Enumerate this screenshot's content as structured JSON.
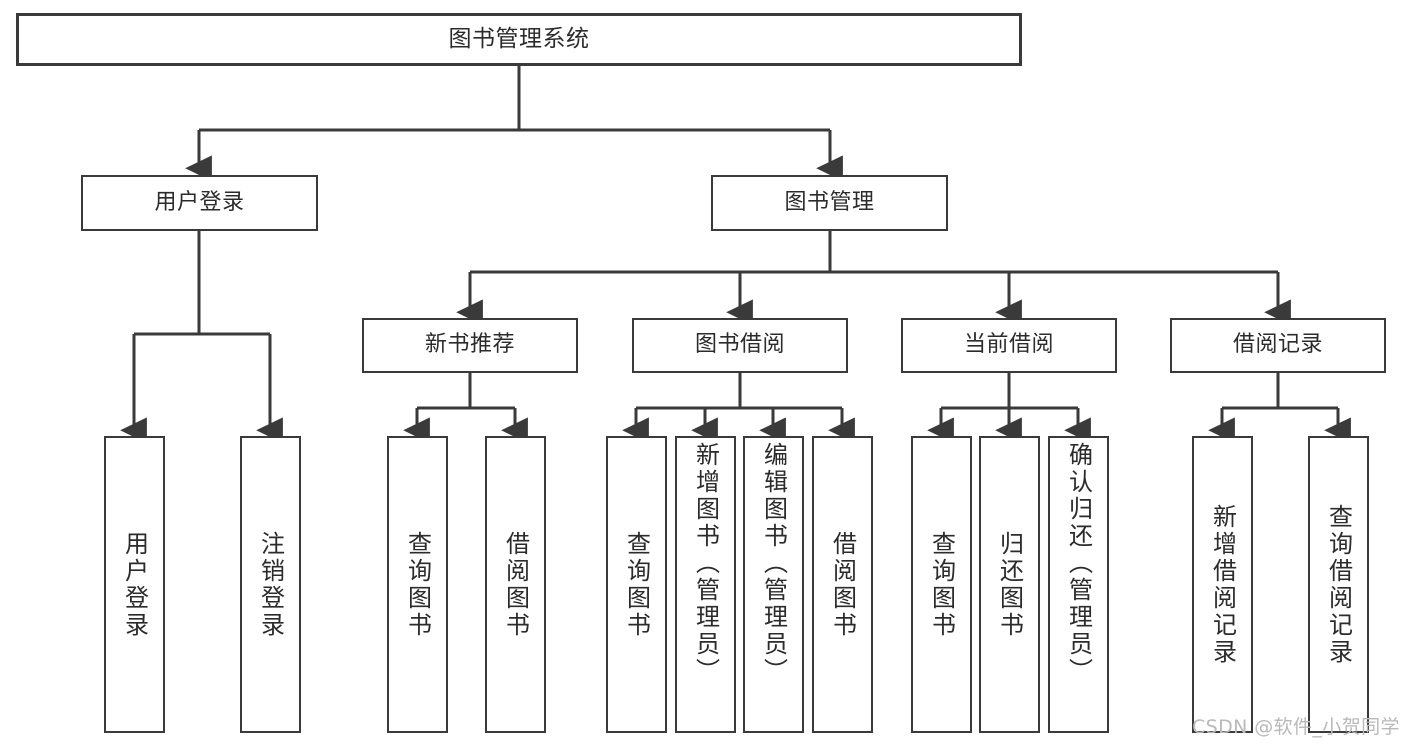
{
  "diagram": {
    "title": "图书管理系统",
    "type": "functional-structure-tree",
    "watermark": "CSDN @软件_小贺同学",
    "nodes": {
      "root": {
        "label": "图书管理系统"
      },
      "level2": [
        {
          "id": "user-login",
          "label": "用户登录"
        },
        {
          "id": "book-management",
          "label": "图书管理"
        }
      ],
      "level3": [
        {
          "id": "new-book-recommend",
          "label": "新书推荐"
        },
        {
          "id": "book-borrow",
          "label": "图书借阅"
        },
        {
          "id": "current-borrow",
          "label": "当前借阅"
        },
        {
          "id": "borrow-record",
          "label": "借阅记录"
        }
      ],
      "leaves": [
        {
          "id": "leaf-user-login",
          "label": "用户登录"
        },
        {
          "id": "leaf-logout-login",
          "label": "注销登录"
        },
        {
          "id": "leaf-query-book-1",
          "label": "查询图书"
        },
        {
          "id": "leaf-borrow-book-1",
          "label": "借阅图书"
        },
        {
          "id": "leaf-query-book-2",
          "label": "查询图书"
        },
        {
          "id": "leaf-add-book-admin",
          "label": "新增图书（管理员）"
        },
        {
          "id": "leaf-edit-book-admin",
          "label": "编辑图书（管理员）"
        },
        {
          "id": "leaf-borrow-book-2",
          "label": "借阅图书"
        },
        {
          "id": "leaf-query-book-3",
          "label": "查询图书"
        },
        {
          "id": "leaf-return-book",
          "label": "归还图书"
        },
        {
          "id": "leaf-confirm-return-admin",
          "label": "确认归还（管理员）"
        },
        {
          "id": "leaf-add-borrow-record",
          "label": "新增借阅记录"
        },
        {
          "id": "leaf-query-borrow-record",
          "label": "查询借阅记录"
        }
      ]
    },
    "edges": [
      {
        "from": "root",
        "to": "user-login"
      },
      {
        "from": "root",
        "to": "book-management"
      },
      {
        "from": "user-login",
        "to": "leaf-user-login"
      },
      {
        "from": "user-login",
        "to": "leaf-logout-login"
      },
      {
        "from": "book-management",
        "to": "new-book-recommend"
      },
      {
        "from": "book-management",
        "to": "book-borrow"
      },
      {
        "from": "book-management",
        "to": "current-borrow"
      },
      {
        "from": "book-management",
        "to": "borrow-record"
      },
      {
        "from": "new-book-recommend",
        "to": "leaf-query-book-1"
      },
      {
        "from": "new-book-recommend",
        "to": "leaf-borrow-book-1"
      },
      {
        "from": "book-borrow",
        "to": "leaf-query-book-2"
      },
      {
        "from": "book-borrow",
        "to": "leaf-add-book-admin"
      },
      {
        "from": "book-borrow",
        "to": "leaf-edit-book-admin"
      },
      {
        "from": "book-borrow",
        "to": "leaf-borrow-book-2"
      },
      {
        "from": "current-borrow",
        "to": "leaf-query-book-3"
      },
      {
        "from": "current-borrow",
        "to": "leaf-return-book"
      },
      {
        "from": "current-borrow",
        "to": "leaf-confirm-return-admin"
      },
      {
        "from": "borrow-record",
        "to": "leaf-add-borrow-record"
      },
      {
        "from": "borrow-record",
        "to": "leaf-query-borrow-record"
      }
    ],
    "colors": {
      "border": "#3a3a3a",
      "background": "#ffffff",
      "text": "#2b2b2b",
      "watermark": "#b9b9b9"
    }
  }
}
